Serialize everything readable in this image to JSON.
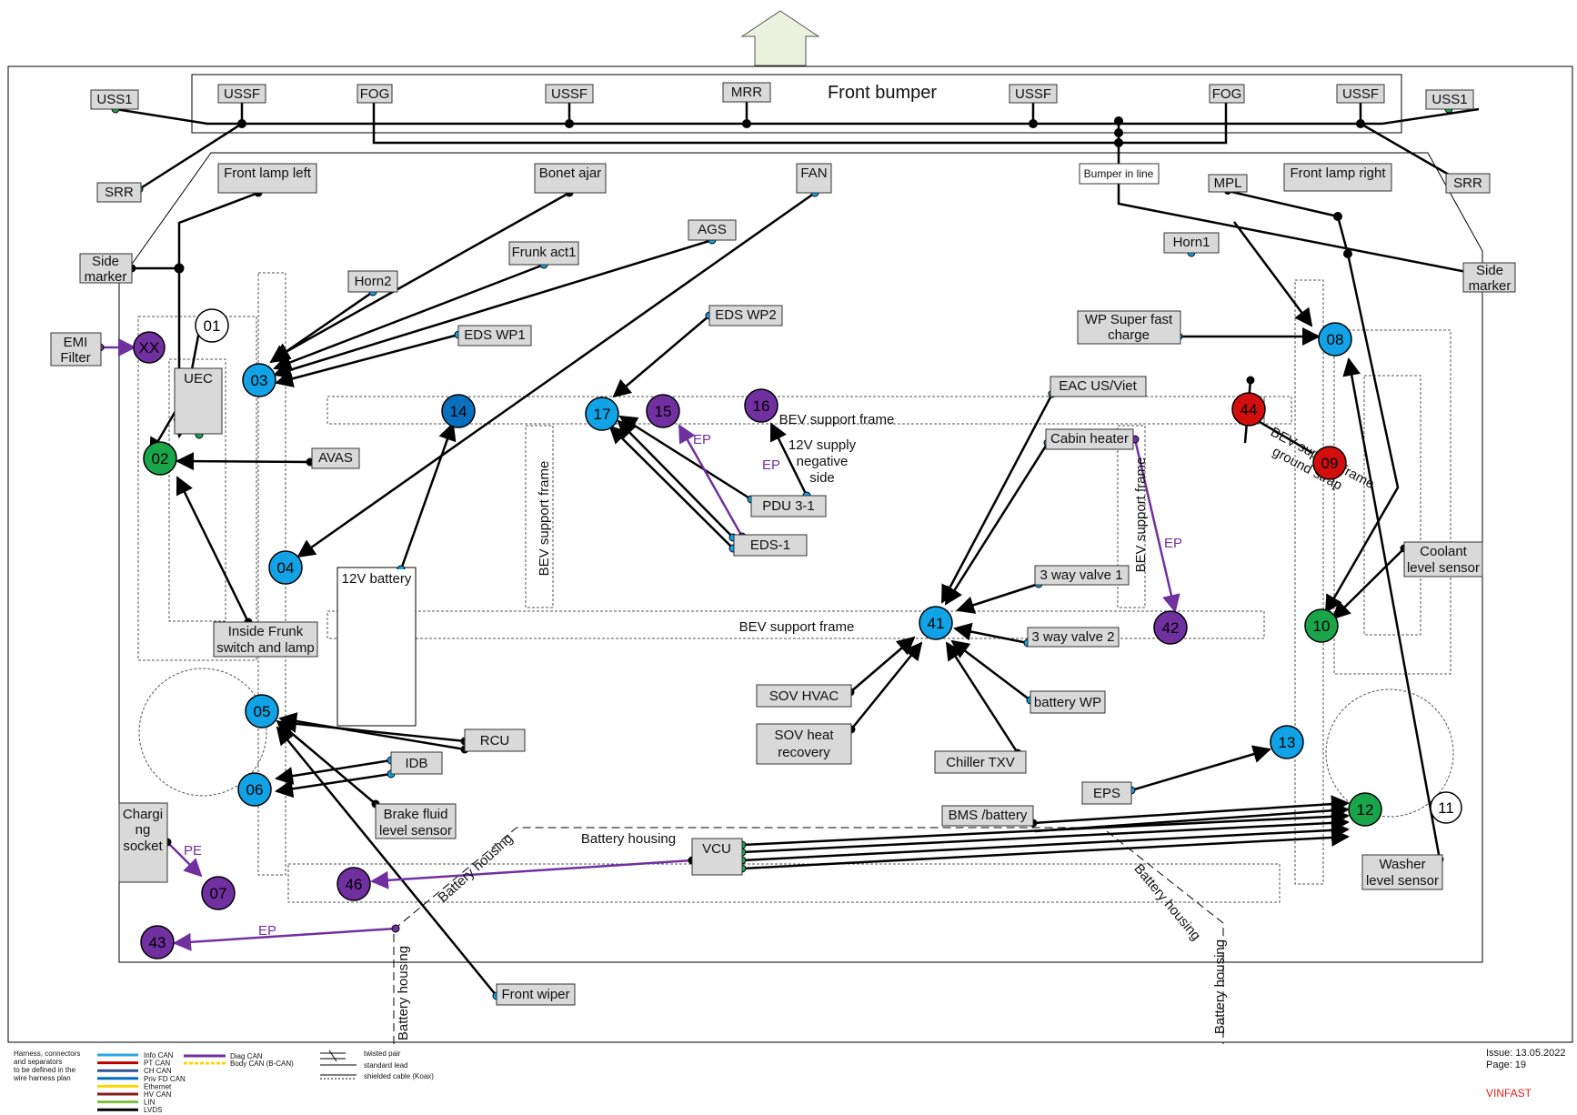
{
  "title": "Front bumper",
  "bumper_inline_label": "Bumper in line",
  "battery_housing_label": "Battery housing",
  "bev_support_frame_label": "BEV support frame",
  "ep_label": "EP",
  "pe_label": "PE",
  "supply_note": [
    "12V supply",
    "negative",
    "side"
  ],
  "ground_strap_note": [
    "BEV support frame",
    "ground strap"
  ],
  "components": {
    "uss1_left": "USS1",
    "ussf_1": "USSF",
    "fog_left": "FOG",
    "ussf_2": "USSF",
    "mrr": "MRR",
    "ussf_3": "USSF",
    "fog_right": "FOG",
    "ussf_4": "USSF",
    "uss1_right": "USS1",
    "srr_left": "SRR",
    "srr_right": "SRR",
    "front_lamp_left": "Front lamp left",
    "bonet_ajar": "Bonet ajar",
    "fan": "FAN",
    "mpl": "MPL",
    "front_lamp_right": "Front lamp right",
    "ags": "AGS",
    "frunk_act1": "Frunk act1",
    "horn2": "Horn2",
    "horn1": "Horn1",
    "side_marker_left": [
      "Side",
      "marker"
    ],
    "side_marker_right": [
      "Side",
      "marker"
    ],
    "emi_filter": [
      "EMI",
      "Filter"
    ],
    "eds_wp1": "EDS WP1",
    "eds_wp2": "EDS WP2",
    "wp_super_fast": [
      "WP Super fast",
      "charge"
    ],
    "eac": "EAC US/Viet",
    "uec": "UEC",
    "avas": "AVAS",
    "cabin_heater": "Cabin heater",
    "pdu": "PDU 3-1",
    "eds1": "EDS-1",
    "coolant": [
      "Coolant",
      "level sensor"
    ],
    "battery12v": "12V battery",
    "inside_frunk": [
      "Inside Frunk",
      "switch and lamp"
    ],
    "valve1": "3 way valve 1",
    "valve2": "3 way valve 2",
    "sov_hvac": "SOV HVAC",
    "sov_heat": [
      "SOV heat",
      "recovery"
    ],
    "battery_wp": "battery WP",
    "chiller": "Chiller TXV",
    "rcu": "RCU",
    "idb": "IDB",
    "brake_fluid": [
      "Brake fluid",
      "level sensor"
    ],
    "eps": "EPS",
    "bms": "BMS /battery",
    "charging_socket": [
      "Chargi",
      "ng",
      "socket"
    ],
    "vcu": "VCU",
    "washer": [
      "Washer",
      "level sensor"
    ],
    "front_wiper": "Front wiper"
  },
  "nodes": {
    "n01": "01",
    "nXX": "XX",
    "n02": "02",
    "n03": "03",
    "n04": "04",
    "n05": "05",
    "n06": "06",
    "n07": "07",
    "n08": "08",
    "n09": "09",
    "n10": "10",
    "n11": "11",
    "n12": "12",
    "n13": "13",
    "n14": "14",
    "n15": "15",
    "n16": "16",
    "n17": "17",
    "n41": "41",
    "n42": "42",
    "n43": "43",
    "n44": "44",
    "n46": "46"
  },
  "legend": {
    "note": [
      "Harness, connectors",
      "and separators",
      "to be defined in the",
      "wire harness plan"
    ],
    "items": [
      {
        "label": "Info CAN",
        "color": "#2aa7e8"
      },
      {
        "label": "PT CAN",
        "color": "#c00000"
      },
      {
        "label": "CH CAN",
        "color": "#2f5597"
      },
      {
        "label": "Priv FD CAN",
        "color": "#0070c0"
      },
      {
        "label": "Ethernet",
        "color": "#ffd700"
      },
      {
        "label": "HV CAN",
        "color": "#8b1a1a"
      },
      {
        "label": "LIN",
        "color": "#7fbf3f"
      },
      {
        "label": "LVDS",
        "color": "#000000"
      }
    ],
    "diag_can": "Diag CAN",
    "body_can": "Body CAN (B-CAN)",
    "twisted_pair": "twisted pair",
    "standard_lead": "standard lead",
    "shielded_cable": "shielded cable (Koax)"
  },
  "issue": "Issue:  13.05.2022",
  "page": "Page:     19",
  "brand": "VINFAST",
  "colors": {
    "node_blue": "#12a3e6",
    "node_darkblue": "#0a6fbd",
    "node_green": "#1aa54b",
    "node_purple": "#7030a0",
    "node_red": "#d10f0f",
    "link_purple": "#7030a0",
    "brand_red": "#e02020",
    "arrow_fill": "#eaf1dd"
  }
}
